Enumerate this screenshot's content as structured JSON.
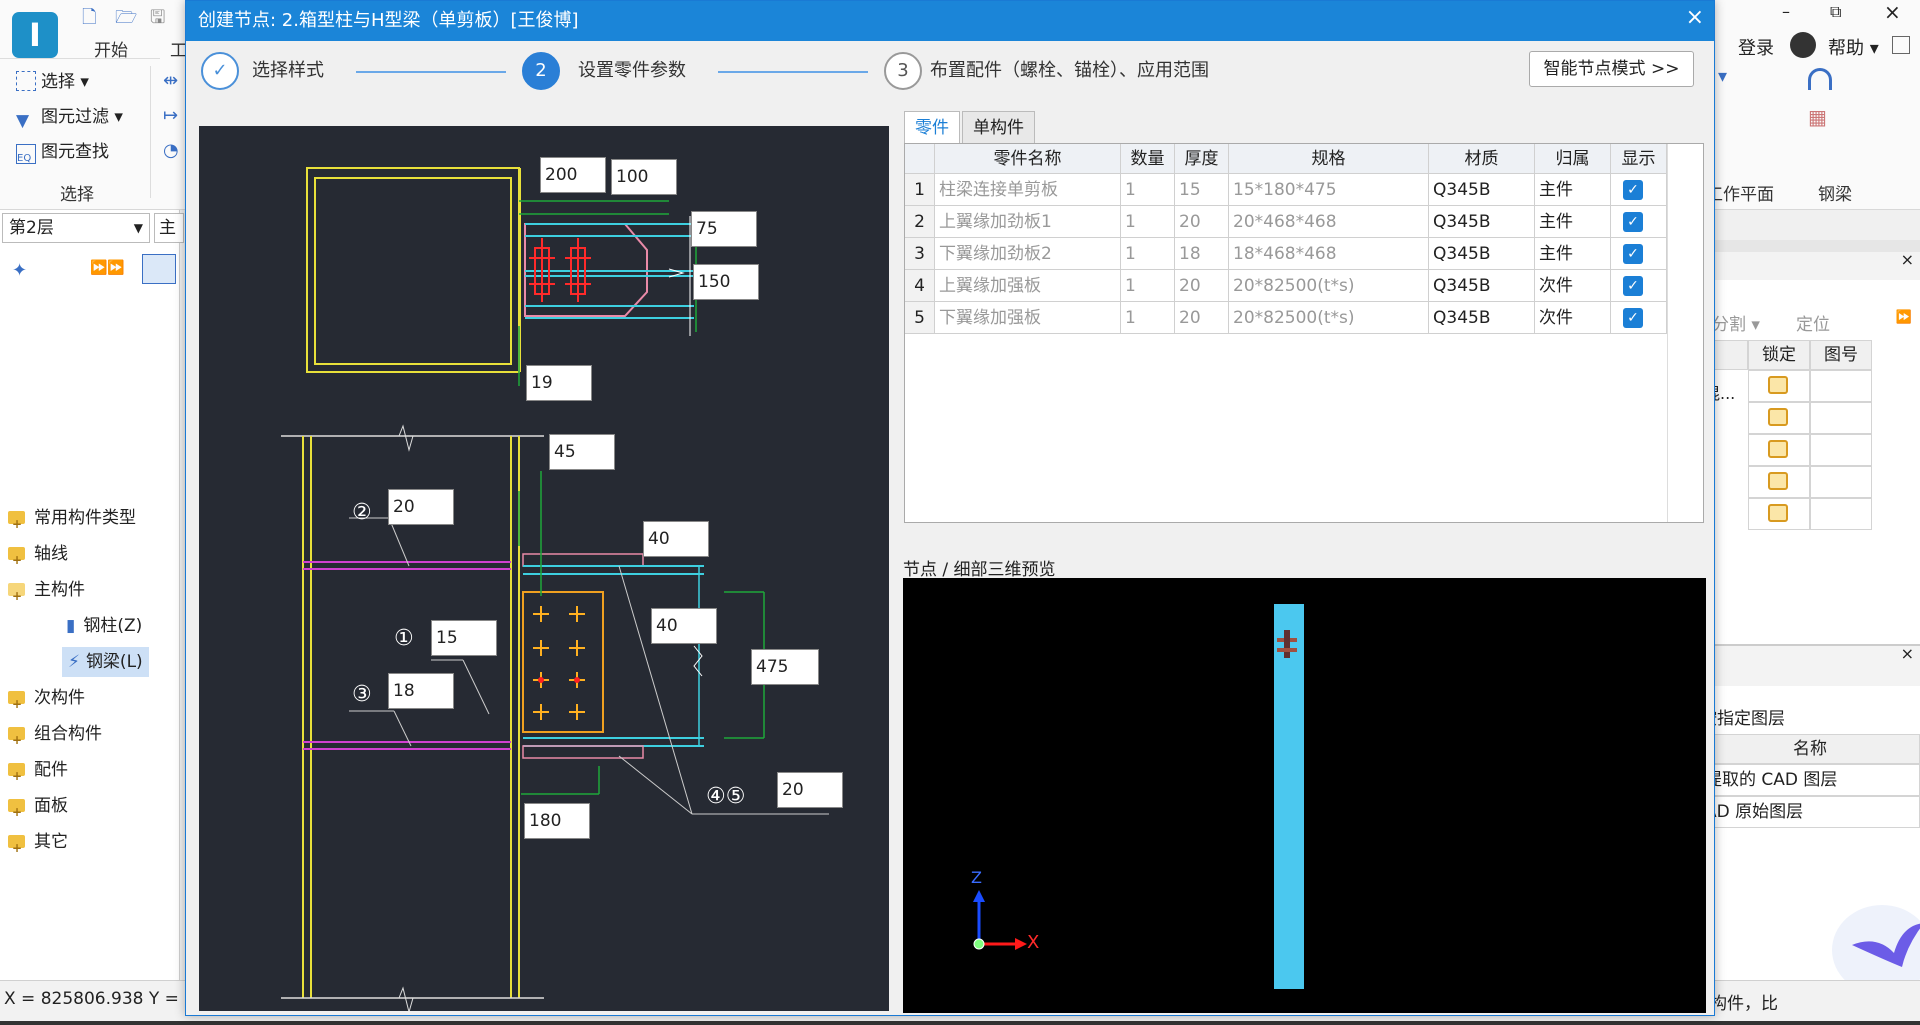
{
  "app": {
    "logo": "I",
    "ribbon_tabs": [
      "开始",
      "工"
    ],
    "select_group": {
      "items": [
        "选择 ▾",
        "图元过滤 ▾",
        "图元查找"
      ],
      "group_name": "选择"
    },
    "right_groups": {
      "work_plane": "工作平面",
      "steel_beam": "钢梁"
    },
    "login": "登录",
    "help": "帮助 ▾",
    "floor": "第2层",
    "floor2": "主构",
    "tree": [
      "常用构件类型",
      "轴线",
      "主构件",
      "钢柱(Z)",
      "钢梁(L)",
      "次构件",
      "组合构件",
      "配件",
      "面板",
      "其它"
    ],
    "status": "X = 825806.938 Y =",
    "status_right": "构件，比",
    "right_panel": {
      "split": "分割 ▾",
      "locate": "定位",
      "col_lock": "锁定",
      "col_no": "图号",
      "row1_text": "混...",
      "layer_title": "按指定图层",
      "layer_col": "名称",
      "layers": [
        "提取的 CAD 图层",
        "AD 原始图层"
      ]
    }
  },
  "dialog": {
    "title": "创建节点: 2.箱型柱与H型梁（单剪板）[王俊博]",
    "close": "×",
    "steps": [
      {
        "num": "",
        "label": "选择样式"
      },
      {
        "num": "2",
        "label": "设置零件参数"
      },
      {
        "num": "3",
        "label": "布置配件（螺栓、锚栓）、应用范围"
      }
    ],
    "smart_mode": "智能节点模式 >>",
    "tabs": [
      "零件",
      "单构件"
    ],
    "table": {
      "headers": [
        "",
        "零件名称",
        "数量",
        "厚度",
        "规格",
        "材质",
        "归属",
        "显示"
      ],
      "rows": [
        [
          "1",
          "柱梁连接单剪板",
          "1",
          "15",
          "15*180*475",
          "Q345B",
          "主件"
        ],
        [
          "2",
          "上翼缘加劲板1",
          "1",
          "20",
          "20*468*468",
          "Q345B",
          "主件"
        ],
        [
          "3",
          "下翼缘加劲板2",
          "1",
          "18",
          "18*468*468",
          "Q345B",
          "主件"
        ],
        [
          "4",
          "上翼缘加强板",
          "1",
          "20",
          "20*82500(t*s)",
          "Q345B",
          "次件"
        ],
        [
          "5",
          "下翼缘加强板",
          "1",
          "20",
          "20*82500(t*s)",
          "Q345B",
          "次件"
        ]
      ]
    },
    "preview_label": "节点 / 细部三维预览",
    "axis_z": "Z",
    "axis_x": "X",
    "dims": {
      "d200": "200",
      "d100": "100",
      "d75": "75",
      "d150": "150",
      "d19": "19",
      "d45": "45",
      "d20a": "20",
      "d40a": "40",
      "d40b": "40",
      "d15": "15",
      "d475": "475",
      "d18": "18",
      "d20b": "20",
      "d180": "180"
    },
    "markers": {
      "m2": "②",
      "m1": "①",
      "m3": "③",
      "m45": "④⑤"
    }
  }
}
